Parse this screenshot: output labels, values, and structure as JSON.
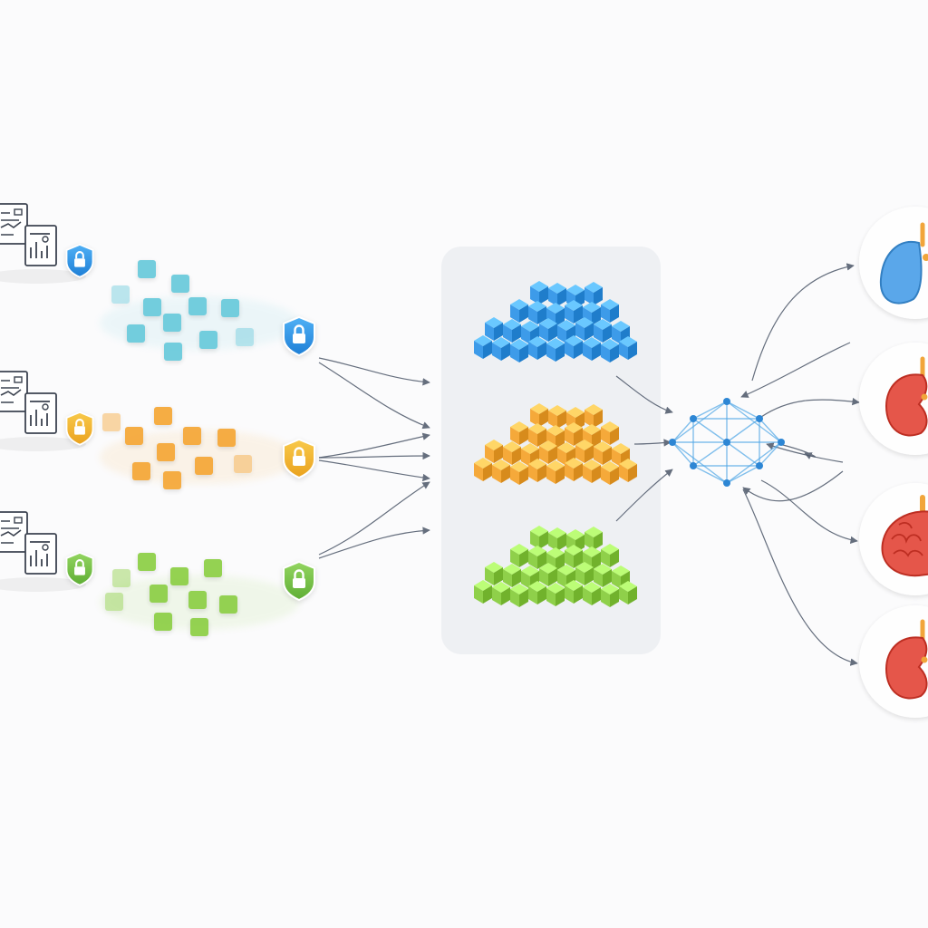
{
  "colors": {
    "background": "#fbfbfc",
    "panel": "#eef0f3",
    "blue": "#3d9be9",
    "orange": "#f5a93a",
    "green": "#8fd04a",
    "teal": "#6ccbdc",
    "shield_blue": "#2f8fe0",
    "shield_orange": "#f2b632",
    "shield_green": "#78c24a",
    "network": "#4ea6e6",
    "organ_red": "#e5564a",
    "lung_blue": "#5aa7ea",
    "arrow": "#4b5668"
  },
  "sources": [
    {
      "id": "source-1",
      "color": "blue",
      "icons": [
        "document-icon",
        "chart-document-icon"
      ]
    },
    {
      "id": "source-2",
      "color": "orange",
      "icons": [
        "document-icon",
        "chart-document-icon"
      ]
    },
    {
      "id": "source-3",
      "color": "green",
      "icons": [
        "document-icon",
        "chart-document-icon"
      ]
    }
  ],
  "encrypted_streams": [
    "lock-shield-icon",
    "lock-shield-icon",
    "lock-shield-icon"
  ],
  "central_pool": {
    "clusters": [
      "blue",
      "orange",
      "green"
    ]
  },
  "model": {
    "icon": "neural-network-icon"
  },
  "outputs": [
    {
      "organ": "lungs-icon",
      "color": "lung_blue"
    },
    {
      "organ": "kidney-icon",
      "color": "organ_red"
    },
    {
      "organ": "brain-icon",
      "color": "organ_red"
    },
    {
      "organ": "kidney-icon",
      "color": "organ_red"
    }
  ]
}
